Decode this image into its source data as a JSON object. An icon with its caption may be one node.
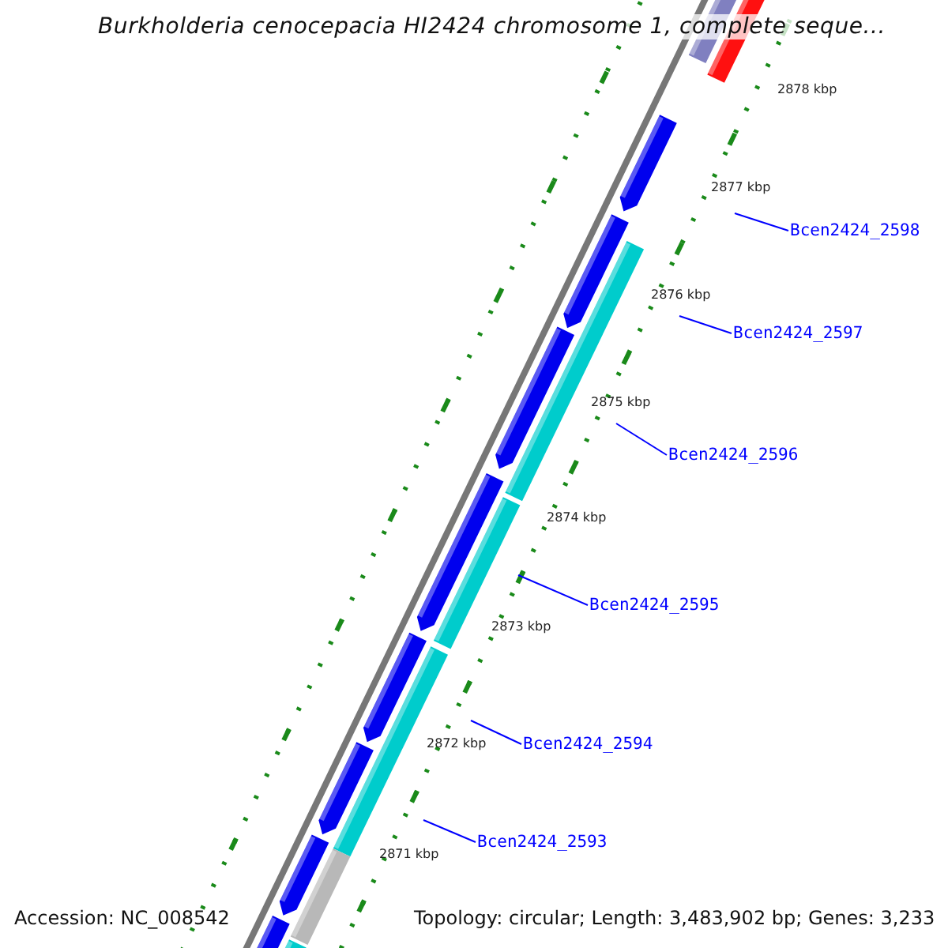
{
  "diagram": {
    "title": "Burkholderia cenocepacia HI2424 chromosome 1, complete seque...",
    "nodes": [
      {
        "text": [
          "Bcen2424_2598"
        ]
      },
      {
        "text": [
          "Bcen2424_2597"
        ]
      },
      {
        "text": [
          "Bcen2424_2596"
        ]
      },
      {
        "text": [
          "Bcen2424_2595"
        ]
      },
      {
        "text": [
          "Bcen2424_2594"
        ]
      },
      {
        "text": [
          "Bcen2424_2593"
        ]
      }
    ],
    "edges": [
      {
        "from": 0,
        "to": null,
        "arrow": "none"
      },
      {
        "from": 1,
        "to": null,
        "arrow": "none"
      },
      {
        "from": 2,
        "to": null,
        "arrow": "none"
      },
      {
        "from": 3,
        "to": null,
        "arrow": "none"
      },
      {
        "from": 4,
        "to": null,
        "arrow": "none"
      },
      {
        "from": 5,
        "to": null,
        "arrow": "none"
      }
    ],
    "labels": [
      "2878 kbp",
      "2877 kbp",
      "2876 kbp",
      "2875 kbp",
      "2874 kbp",
      "2873 kbp",
      "2872 kbp",
      "2871 kbp",
      "Accession: NC_008542",
      "Topology: circular; Length: 3,483,902 bp; Genes: 3,233"
    ]
  }
}
